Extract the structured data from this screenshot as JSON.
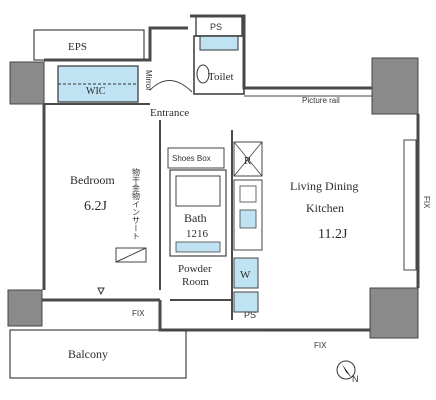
{
  "rooms": {
    "eps": "EPS",
    "ps_top": "PS",
    "toilet": "Toilet",
    "wic": "WIC",
    "mirror": "Mirror",
    "entrance": "Entrance",
    "picture_rail": "Picture rail",
    "bedroom": "Bedroom",
    "bedroom_size": "6.2J",
    "bedroom_note": "物干金物インサート",
    "shoes_box": "Shoes Box",
    "refrigerator": "R",
    "living": "Living Dining",
    "kitchen": "Kitchen",
    "living_size": "11.2J",
    "bath": "Bath",
    "bath_size": "1216",
    "powder": "Powder",
    "powder_room": "Room",
    "washer": "W",
    "fix_right": "FIX",
    "fix_bottom": "FIX",
    "fix_balcony": "FIX",
    "ps_bottom": "PS",
    "balcony": "Balcony",
    "north": "N"
  },
  "colors": {
    "wall": "#555555",
    "column": "#808080",
    "fixture_fill": "#bfe3f2",
    "line": "#3a3a3a"
  }
}
